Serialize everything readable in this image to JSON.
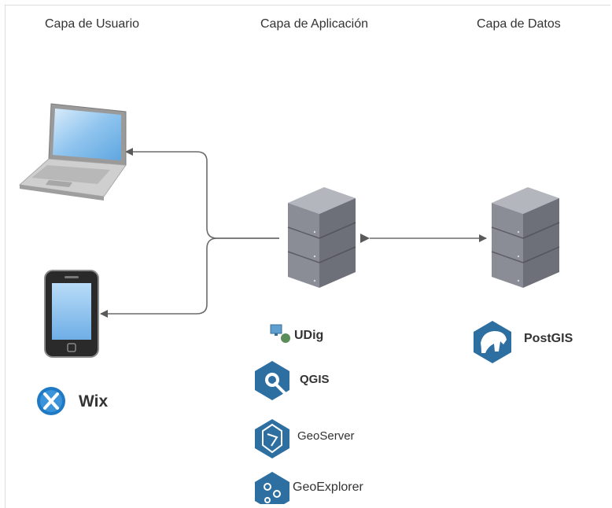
{
  "headers": {
    "user_layer": "Capa de Usuario",
    "app_layer": "Capa de Aplicación",
    "data_layer": "Capa de Datos"
  },
  "user_clients": [
    "laptop",
    "smartphone"
  ],
  "user_tools": [
    {
      "label": "Wix",
      "icon": "wix-logo-icon"
    }
  ],
  "app_tools": [
    {
      "label": "UDig",
      "icon": "udig-logo-icon"
    },
    {
      "label": "QGIS",
      "icon": "qgis-logo-icon"
    },
    {
      "label": "GeoServer",
      "icon": "geoserver-logo-icon"
    },
    {
      "label": "GeoExplorer",
      "icon": "geoexplorer-logo-icon"
    }
  ],
  "data_tools": [
    {
      "label": "PostGIS",
      "icon": "postgis-logo-icon"
    }
  ],
  "colors": {
    "connector": "#6b6b6b",
    "server_face": "#8a8d95",
    "server_side": "#6d7078",
    "logo_blue": "#2f7fb5"
  }
}
